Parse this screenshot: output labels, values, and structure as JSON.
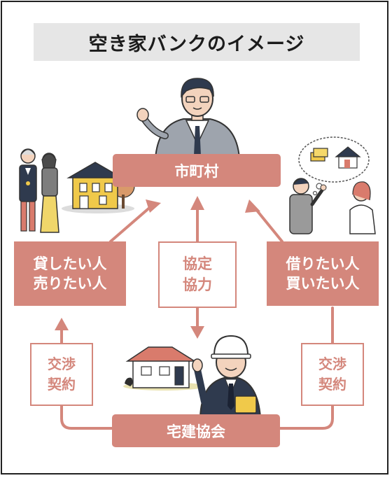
{
  "title": "空き家バンクのイメージ",
  "colors": {
    "accent": "#d4877c",
    "title_bg": "#e6e6e6",
    "text_dark": "#1b1b1b"
  },
  "nodes": {
    "city": "市町村",
    "seller": {
      "line1": "貸したい人",
      "line2": "売りたい人"
    },
    "buyer": {
      "line1": "借りたい人",
      "line2": "買いたい人"
    },
    "cooperation": {
      "line1": "協定",
      "line2": "協力"
    },
    "association": "宅建協会",
    "left_contract": {
      "line1": "交渉",
      "line2": "契約"
    },
    "right_contract": {
      "line1": "交渉",
      "line2": "契約"
    }
  },
  "illustrations": [
    "official-illustration",
    "elderly-couple-illustration",
    "yellow-house-illustration",
    "young-couple-illustration",
    "realtor-illustration",
    "orange-house-illustration"
  ]
}
